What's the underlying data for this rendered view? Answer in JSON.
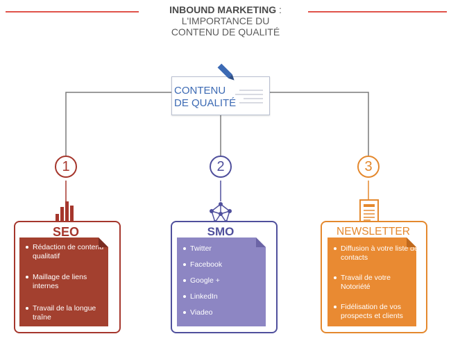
{
  "header": {
    "title_bold": "INBOUND MARKETING",
    "title_sep": " :",
    "title_line2": "L'IMPORTANCE DU",
    "title_line3": "CONTENU DE QUALITÉ"
  },
  "center": {
    "line1": "CONTENU",
    "line2": "DE QUALITÉ"
  },
  "columns": [
    {
      "number": "1",
      "title": "SEO",
      "color": "#a5362c",
      "fill": "#a3402f",
      "items": [
        "Rédaction de contenu qualitatif",
        "Maillage de liens internes",
        "Travail de la longue traîne"
      ]
    },
    {
      "number": "2",
      "title": "SMO",
      "color": "#4f4f9c",
      "fill": "#8d86c3",
      "items": [
        "Twitter",
        "Facebook",
        "Google +",
        "LinkedIn",
        "Viadeo"
      ]
    },
    {
      "number": "3",
      "title": "NEWSLETTER",
      "color": "#e4882d",
      "fill": "#e98a32",
      "items": [
        "Diffusion à votre liste de contacts",
        "Travail de votre Notoriété",
        "Fidélisation de vos prospects et clients"
      ]
    }
  ]
}
